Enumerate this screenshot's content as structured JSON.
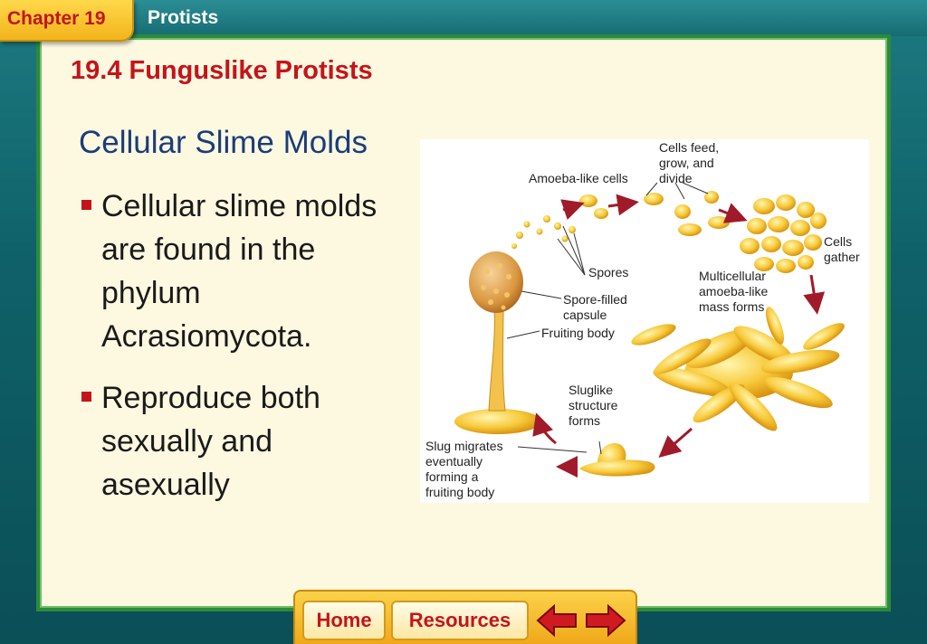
{
  "header": {
    "chapter": "Chapter 19",
    "section": "Protists"
  },
  "slide": {
    "heading": "19.4 Funguslike Protists",
    "topic": "Cellular Slime Molds",
    "bullets": [
      "Cellular slime molds are found in the phylum Acrasiomycota.",
      "Reproduce both sexually and asexually"
    ]
  },
  "figure": {
    "labels": {
      "cells_feed": [
        "Cells feed,",
        "grow, and",
        "divide"
      ],
      "amoeba_like": "Amoeba-like cells",
      "cells_gather": [
        "Cells",
        "gather"
      ],
      "spores": "Spores",
      "spore_capsule": [
        "Spore-filled",
        "capsule"
      ],
      "fruiting_body": "Fruiting body",
      "multicellular": [
        "Multicellular",
        "amoeba-like",
        "mass forms"
      ],
      "sluglike": [
        "Sluglike",
        "structure",
        "forms"
      ],
      "slug_migrates": [
        "Slug migrates",
        "eventually",
        "forming a",
        "fruiting body"
      ]
    }
  },
  "nav": {
    "home": "Home",
    "resources": "Resources"
  },
  "colors": {
    "accent_red": "#c4141b",
    "title_blue": "#1a3d7a",
    "panel_bg": "#fdf8e0",
    "frame_teal": "#0f6169",
    "border_green": "#2c8a3a",
    "tab_gold": "#f2b41c"
  },
  "icons": {
    "back": "left-arrow-icon",
    "forward": "right-arrow-icon"
  }
}
